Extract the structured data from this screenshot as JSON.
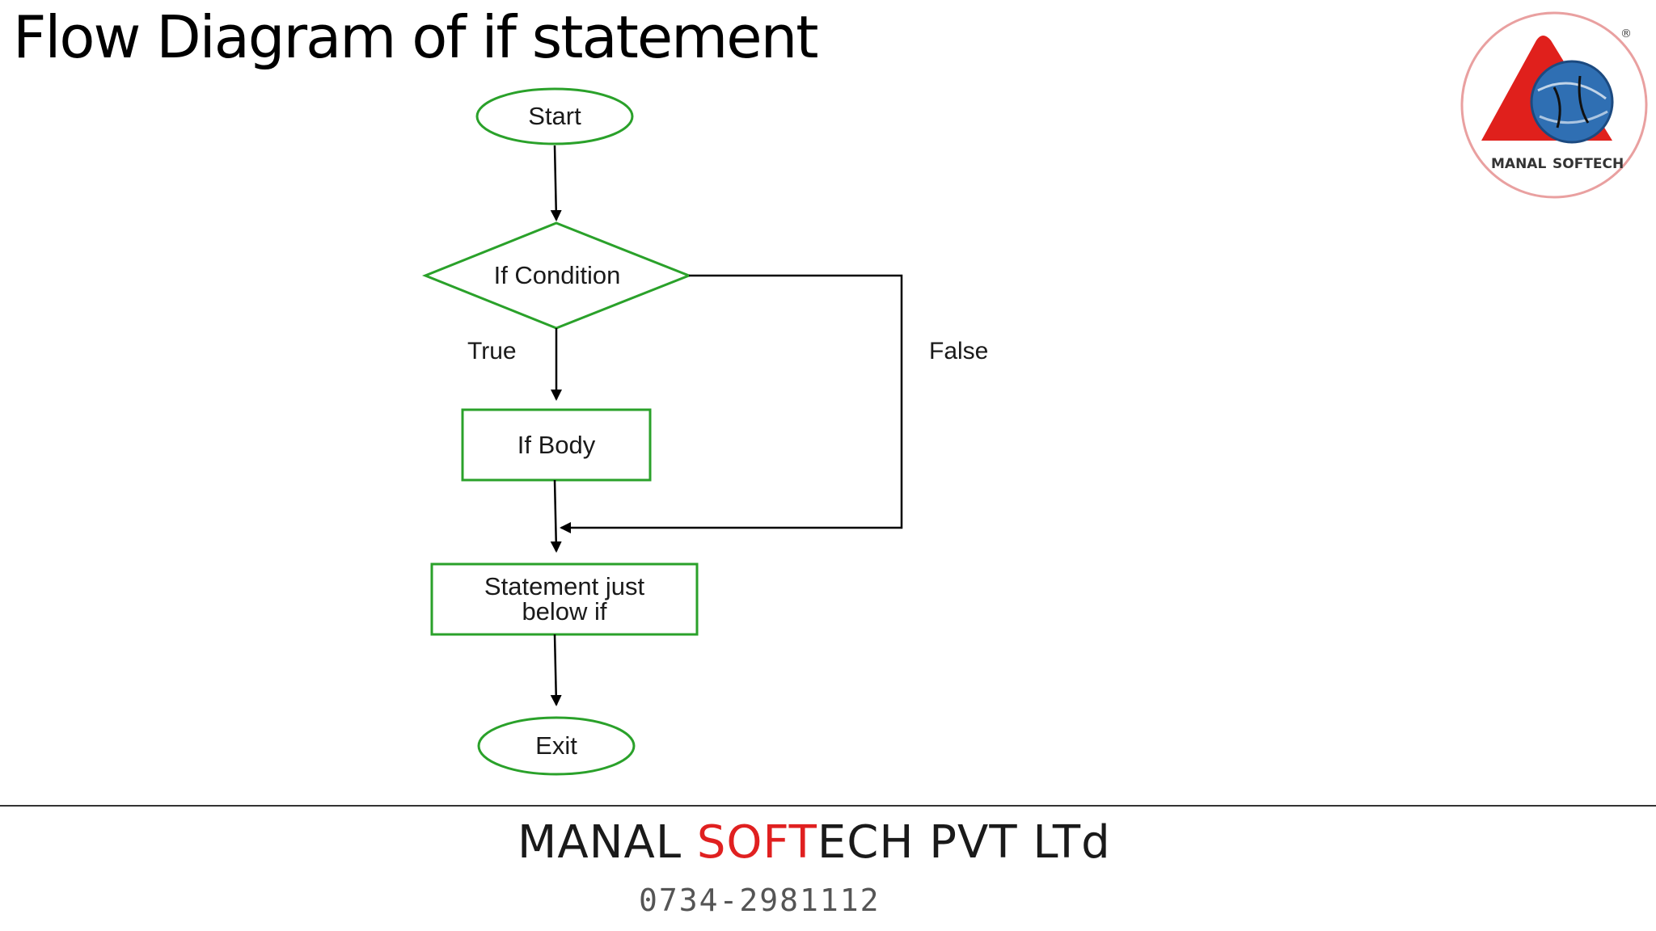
{
  "title": "Flow Diagram of if statement",
  "colors": {
    "node_border": "#2aa12a",
    "edge": "#000000",
    "logo_red": "#e0201c",
    "footer_accent": "#e02020"
  },
  "diagram": {
    "nodes": {
      "start": "Start",
      "condition": "If Condition",
      "body": "If Body",
      "next_line1": "Statement just",
      "next_line2": "below if",
      "exit": "Exit"
    },
    "edges": {
      "true_label": "True",
      "false_label": "False"
    }
  },
  "logo": {
    "text_left": "MANAL",
    "text_right": "SOFTECH",
    "registered": "®",
    "icon": "globe-triangle-logo-icon"
  },
  "footer": {
    "company_part1": "MANAL ",
    "company_accent": "SOFT",
    "company_part2": "ECH PVT LTd",
    "phone": "0734-2981112"
  }
}
